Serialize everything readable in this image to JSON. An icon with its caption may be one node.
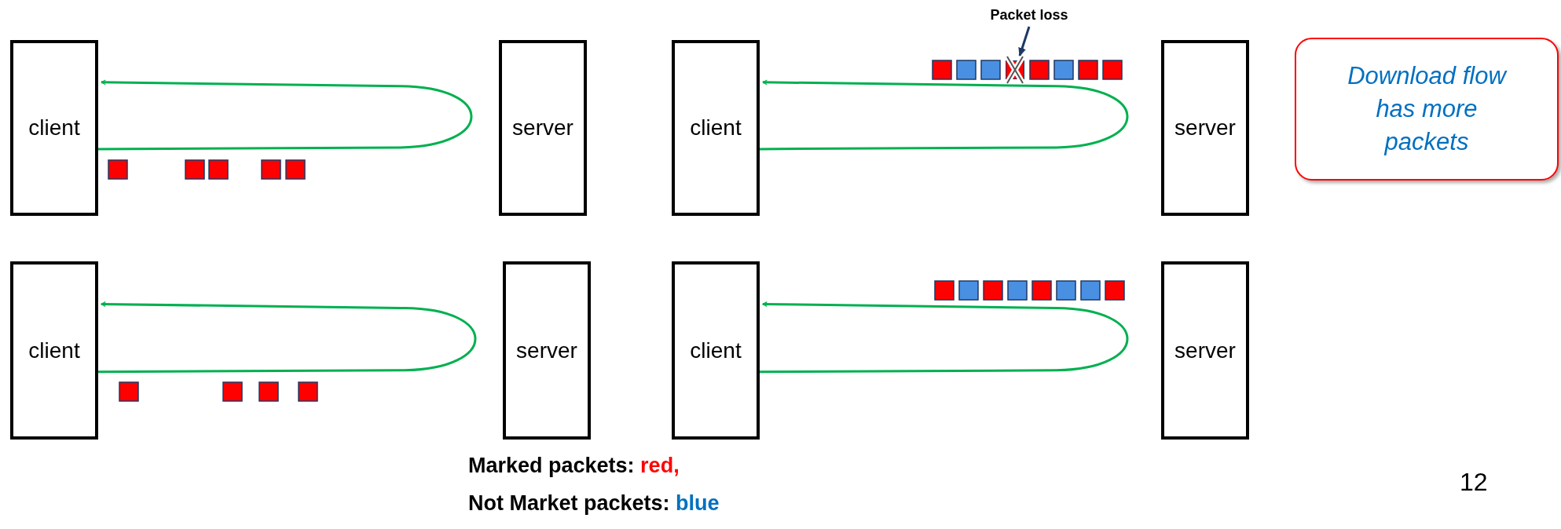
{
  "diagram": {
    "nodes": [
      {
        "text": [
          "client"
        ]
      },
      {
        "text": [
          "server"
        ]
      },
      {
        "text": [
          "client"
        ]
      },
      {
        "text": [
          "Packet loss"
        ]
      },
      {
        "text": [
          "server"
        ]
      },
      {
        "text": [
          "Download flow has more packets"
        ]
      },
      {
        "text": [
          "client"
        ]
      },
      {
        "text": [
          "server"
        ]
      },
      {
        "text": [
          "client"
        ]
      },
      {
        "text": [
          "server"
        ]
      },
      {
        "text": [],
        "shape": "box"
      }
    ],
    "edges": [
      {
        "from": 0,
        "to": 0,
        "arrow": "to"
      },
      {
        "from": 2,
        "to": 2,
        "arrow": "to"
      },
      {
        "from": 3,
        "to": 10,
        "arrow": "to",
        "color": "#1f3864"
      },
      {
        "from": 6,
        "to": 6,
        "arrow": "to"
      },
      {
        "from": 8,
        "to": 8,
        "arrow": "to"
      }
    ],
    "labels": [
      "12"
    ],
    "legend": [
      {
        "text": "Marked packets: red,",
        "color": "#ff0000"
      },
      {
        "text": "Not Market packets: blue",
        "color": "#0070c0"
      }
    ]
  }
}
